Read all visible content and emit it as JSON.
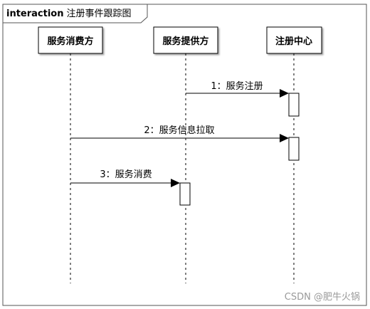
{
  "frame": {
    "keyword": "interaction",
    "title": "注册事件跟踪图"
  },
  "participants": [
    {
      "id": "consumer",
      "label": "服务消费方"
    },
    {
      "id": "provider",
      "label": "服务提供方"
    },
    {
      "id": "registry",
      "label": "注册中心"
    }
  ],
  "messages": [
    {
      "label": "1：服务注册",
      "from": "provider",
      "to": "registry"
    },
    {
      "label": "2：服务信息拉取",
      "from": "consumer",
      "to": "registry"
    },
    {
      "label": "3：服务消费",
      "from": "consumer",
      "to": "provider"
    }
  ],
  "watermark": "CSDN @肥牛火锅"
}
